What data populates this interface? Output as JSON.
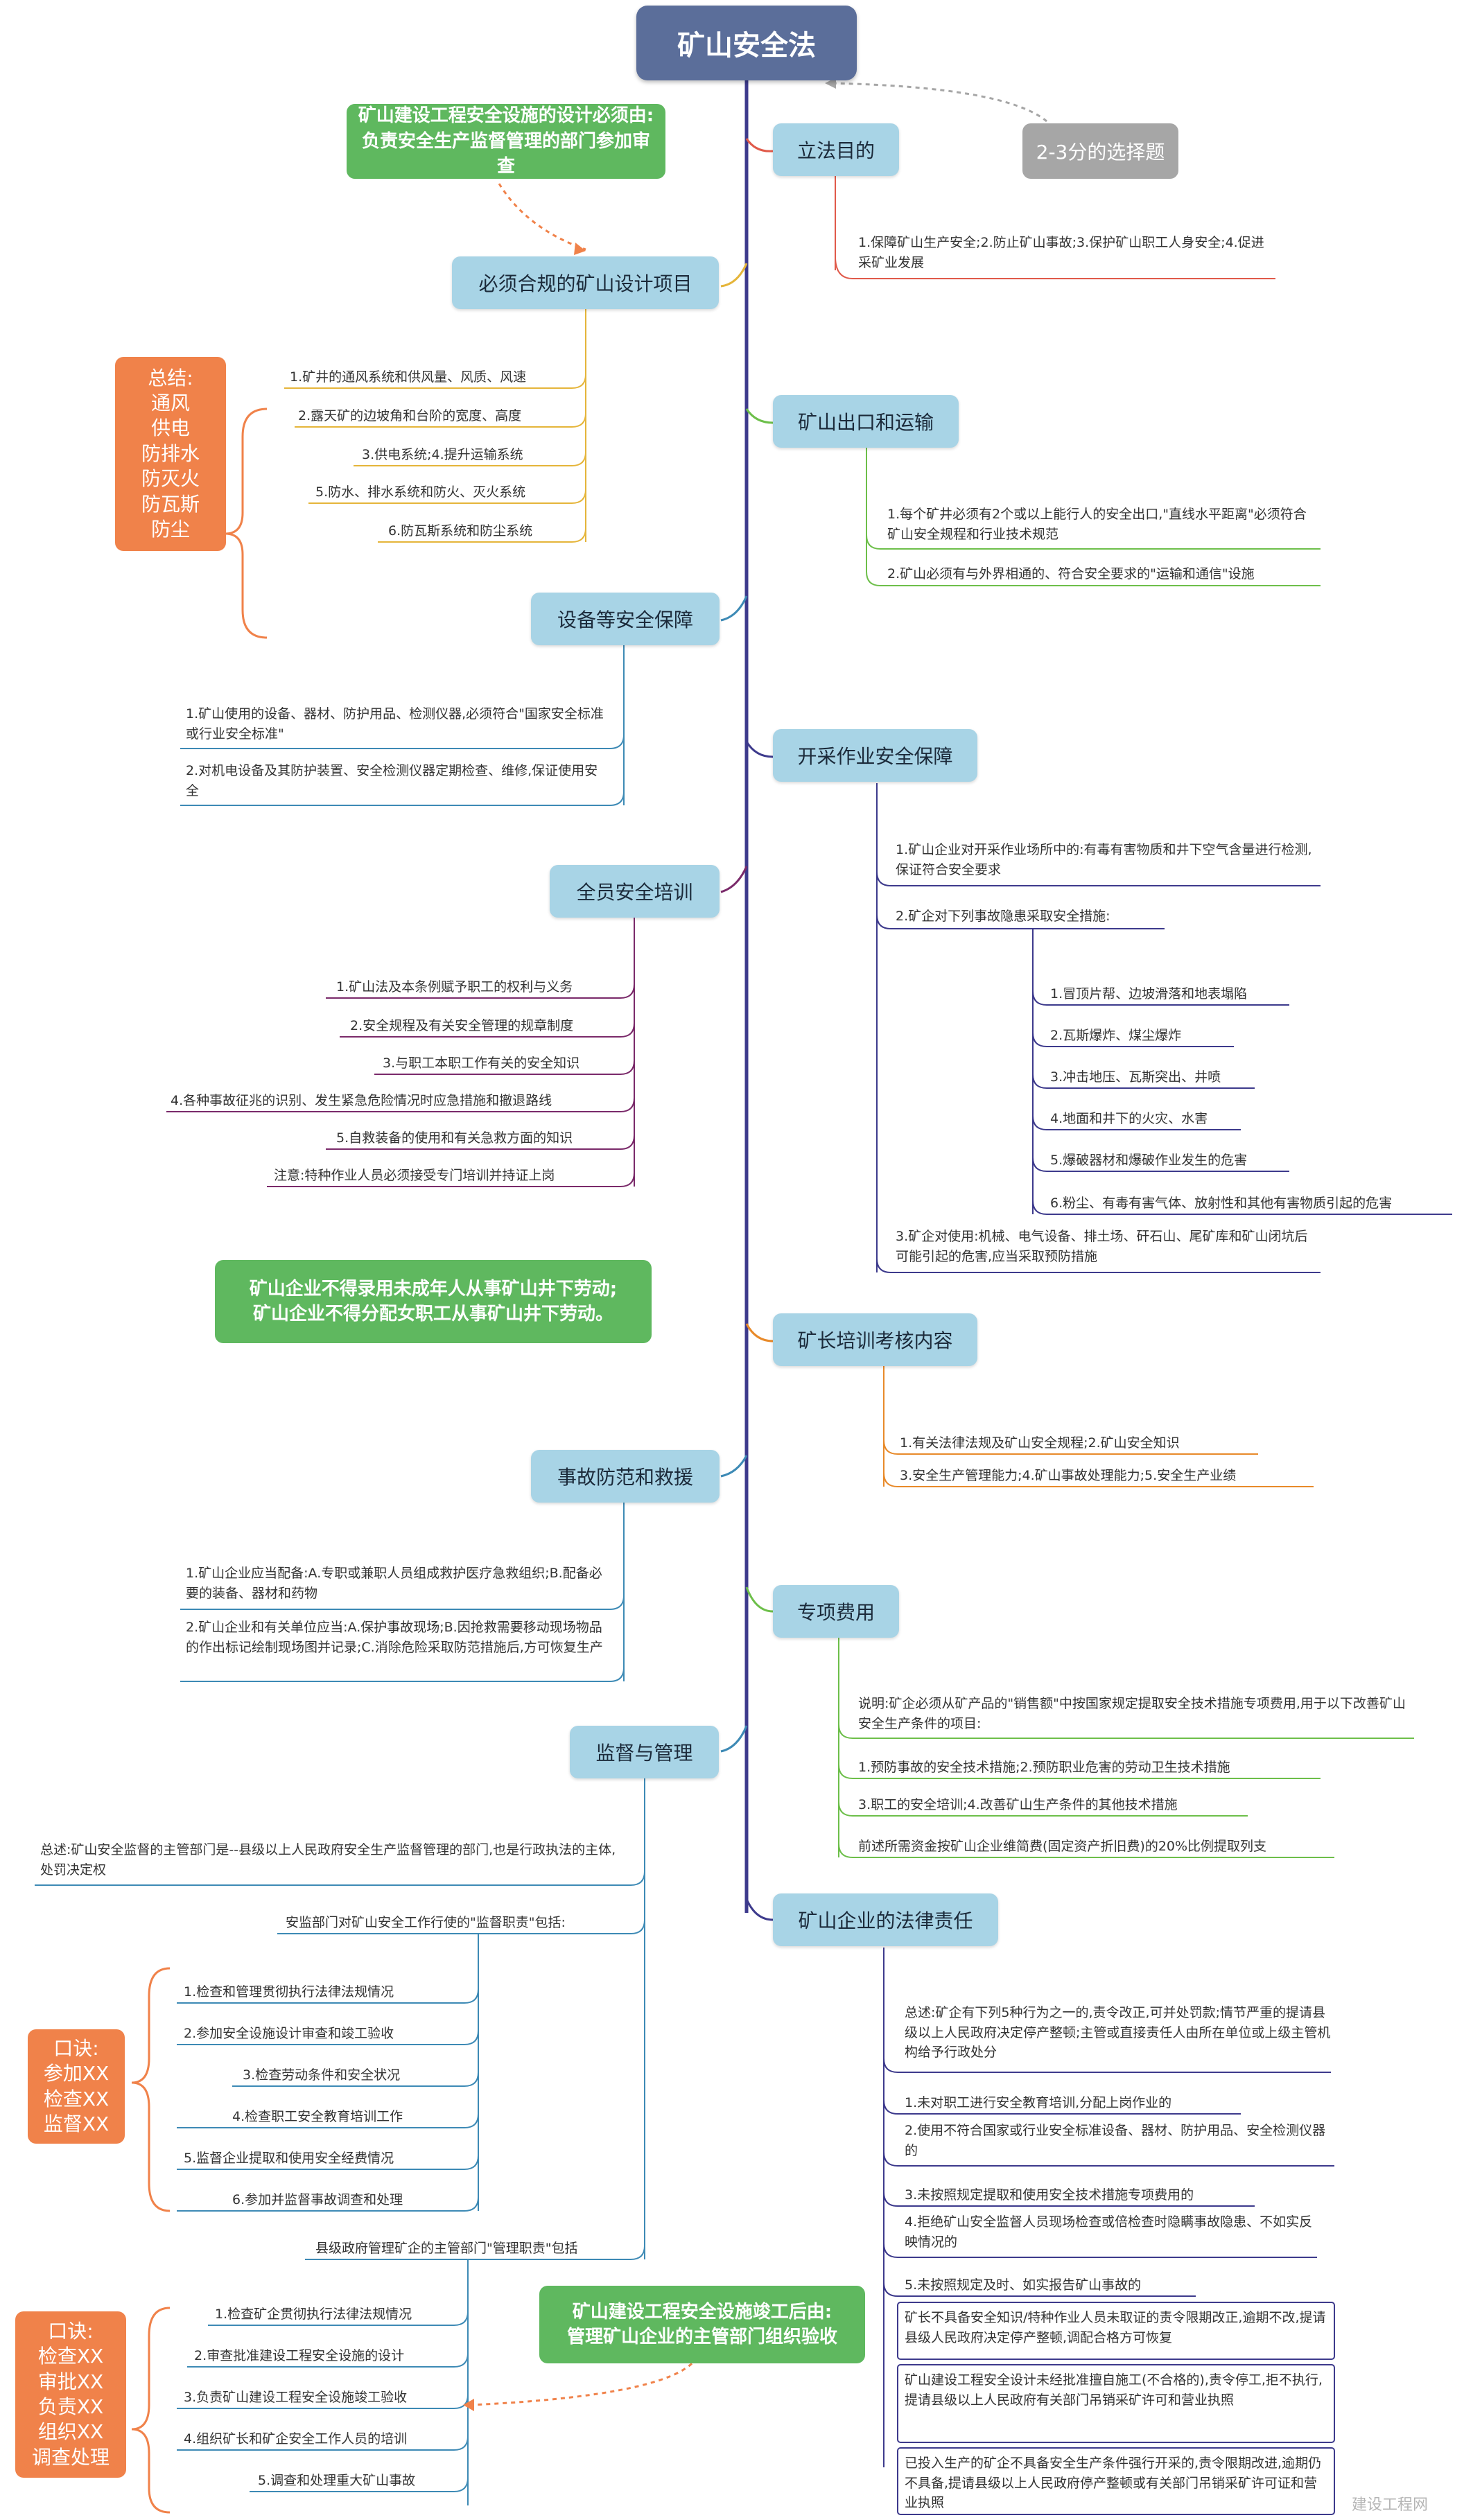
{
  "root": "矿山安全法",
  "note_exam": "2-3分的选择题",
  "callouts": {
    "design_review": [
      "矿山建设工程安全设施的设计必须由:",
      "负责安全生产监督管理的部门参加审查"
    ],
    "labor": [
      "矿山企业不得录用未成年人从事矿山井下劳动;",
      "矿山企业不得分配女职工从事矿山井下劳动。"
    ],
    "acceptance": [
      "矿山建设工程安全设施竣工后由:",
      "管理矿山企业的主管部门组织验收"
    ]
  },
  "summaries": {
    "design": [
      "总结:",
      "通风",
      "供电",
      "防排水",
      "防灭火",
      "防瓦斯",
      "防尘"
    ],
    "supervision": [
      "口诀:",
      "参加XX",
      "检查XX",
      "监督XX"
    ],
    "management": [
      "口诀:",
      "检查XX",
      "审批XX",
      "负责XX",
      "组织XX",
      "调查处理"
    ]
  },
  "left": {
    "design": {
      "title": "必须合规的矿山设计项目",
      "items": [
        "1.矿井的通风系统和供风量、风质、风速",
        "2.露天矿的边坡角和台阶的宽度、高度",
        "3.供电系统;4.提升运输系统",
        "5.防水、排水系统和防火、灭火系统",
        "6.防瓦斯系统和防尘系统"
      ]
    },
    "equipment": {
      "title": "设备等安全保障",
      "items": [
        "1.矿山使用的设备、器材、防护用品、检测仪器,必须符合\"国家安全标准或行业安全标准\"",
        "2.对机电设备及其防护装置、安全检测仪器定期检查、维修,保证使用安全"
      ]
    },
    "training": {
      "title": "全员安全培训",
      "items": [
        "1.矿山法及本条例赋予职工的权利与义务",
        "2.安全规程及有关安全管理的规章制度",
        "3.与职工本职工作有关的安全知识",
        "4.各种事故征兆的识别、发生紧急危险情况时应急措施和撤退路线",
        "5.自救装备的使用和有关急救方面的知识",
        "注意:特种作业人员必须接受专门培训并持证上岗"
      ]
    },
    "rescue": {
      "title": "事故防范和救援",
      "items": [
        "1.矿山企业应当配备:A.专职或兼职人员组成救护医疗急救组织;B.配备必要的装备、器材和药物",
        "2.矿山企业和有关单位应当:A.保护事故现场;B.因抢救需要移动现场物品的作出标记绘制现场图并记录;C.消除危险采取防范措施后,方可恢复生产"
      ]
    },
    "supervision": {
      "title": "监督与管理",
      "summary": "总述:矿山安全监督的主管部门是--县级以上人民政府安全生产监督管理的部门,也是行政执法的主体,处罚决定权",
      "duty_title": "安监部门对矿山安全工作行使的\"监督职责\"包括:",
      "duties": [
        "1.检查和管理贯彻执行法律法规情况",
        "2.参加安全设施设计审查和竣工验收",
        "3.检查劳动条件和安全状况",
        "4.检查职工安全教育培训工作",
        "5.监督企业提取和使用安全经费情况",
        "6.参加并监督事故调查和处理"
      ],
      "mgmt_title": "县级政府管理矿企的主管部门\"管理职责\"包括",
      "mgmt": [
        "1.检查矿企贯彻执行法律法规情况",
        "2.审查批准建设工程安全设施的设计",
        "3.负责矿山建设工程安全设施竣工验收",
        "4.组织矿长和矿企安全工作人员的培训",
        "5.调查和处理重大矿山事故"
      ]
    }
  },
  "right": {
    "purpose": {
      "title": "立法目的",
      "items": [
        "1.保障矿山生产安全;2.防止矿山事故;3.保护矿山职工人身安全;4.促进采矿业发展"
      ]
    },
    "exit": {
      "title": "矿山出口和运输",
      "items": [
        "1.每个矿井必须有2个或以上能行人的安全出口,\"直线水平距离\"必须符合矿山安全规程和行业技术规范",
        "2.矿山必须有与外界相通的、符合安全要求的\"运输和通信\"设施"
      ]
    },
    "mining": {
      "title": "开采作业安全保障",
      "items": [
        "1.矿山企业对开采作业场所中的:有毒有害物质和井下空气含量进行检测,保证符合安全要求",
        "2.矿企对下列事故隐患采取安全措施:",
        "3.矿企对使用:机械、电气设备、排土场、矸石山、尾矿库和矿山闭坑后可能引起的危害,应当采取预防措施"
      ],
      "hazards": [
        "1.冒顶片帮、边坡滑落和地表塌陷",
        "2.瓦斯爆炸、煤尘爆炸",
        "3.冲击地压、瓦斯突出、井喷",
        "4.地面和井下的火灾、水害",
        "5.爆破器材和爆破作业发生的危害",
        "6.粉尘、有毒有害气体、放射性和其他有害物质引起的危害"
      ]
    },
    "manager": {
      "title": "矿长培训考核内容",
      "items": [
        "1.有关法律法规及矿山安全规程;2.矿山安全知识",
        "3.安全生产管理能力;4.矿山事故处理能力;5.安全生产业绩"
      ]
    },
    "fee": {
      "title": "专项费用",
      "items": [
        "说明:矿企必须从矿产品的\"销售额\"中按国家规定提取安全技术措施专项费用,用于以下改善矿山安全生产条件的项目:",
        "1.预防事故的安全技术措施;2.预防职业危害的劳动卫生技术措施",
        "3.职工的安全培训;4.改善矿山生产条件的其他技术措施",
        "前述所需资金按矿山企业维简费(固定资产折旧费)的20%比例提取列支"
      ]
    },
    "liability": {
      "title": "矿山企业的法律责任",
      "summary": "总述:矿企有下列5种行为之一的,责令改正,可并处罚款;情节严重的提请县级以上人民政府决定停产整顿;主管或直接责任人由所在单位或上级主管机构给予行政处分",
      "items": [
        "1.未对职工进行安全教育培训,分配上岗作业的",
        "2.使用不符合国家或行业安全标准设备、器材、防护用品、安全检测仪器的",
        "3.未按照规定提取和使用安全技术措施专项费用的",
        "4.拒绝矿山安全监督人员现场检查或倍检查时隐瞒事故隐患、不如实反映情况的",
        "5.未按照规定及时、如实报告矿山事故的"
      ],
      "boxed": [
        "矿长不具备安全知识/特种作业人员未取证的责令限期改正,逾期不改,提请县级人民政府决定停产整顿,调配合格方可恢复",
        "矿山建设工程安全设计未经批准擅自施工(不合格的),责令停工,拒不执行,提请县级以上人民政府有关部门吊销采矿许可和营业执照",
        "已投入生产的矿企不具备安全生产条件强行开采的,责令限期改进,逾期仍不具备,提请县级以上人民政府停产整顿或有关部门吊销采矿许可证和营业执照"
      ]
    }
  },
  "watermark": "建设工程网"
}
